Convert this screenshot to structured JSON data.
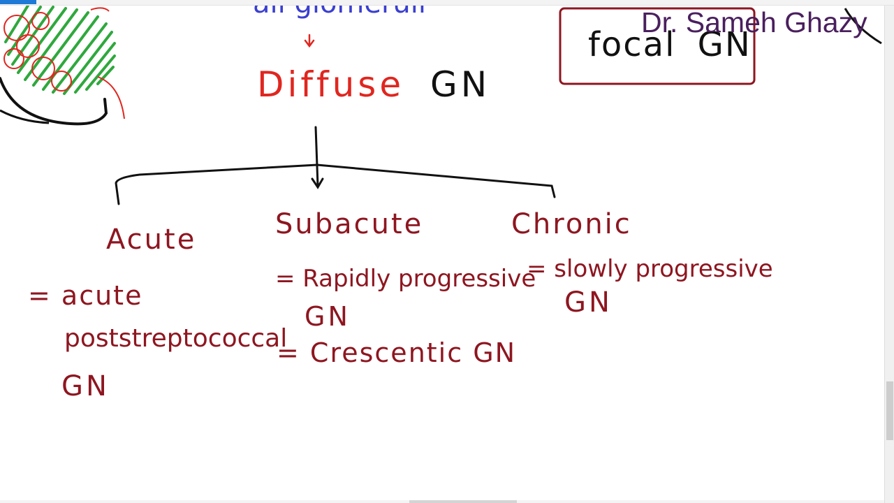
{
  "watermark": "Dr. Sameh Ghazy",
  "diagram": {
    "top_partial": "all glomeruli",
    "root": {
      "word1": "Diffuse",
      "word2": "GN"
    },
    "focal": {
      "word1": "focal",
      "word2": "GN"
    },
    "branches": [
      {
        "title": "Acute",
        "lines": [
          "= acute",
          "poststreptococcal",
          "GN"
        ]
      },
      {
        "title": "Subacute",
        "lines": [
          "= Rapidly progressive",
          "GN",
          "= Crescentic GN"
        ]
      },
      {
        "title": "Chronic",
        "lines": [
          "= slowly progressive",
          "GN"
        ]
      }
    ]
  },
  "colors": {
    "red_ink": "#e0261f",
    "maroon_ink": "#8e1620",
    "blue_ink": "#3a3fd0",
    "green_ink": "#2fa83d",
    "black_ink": "#111111",
    "watermark": "#4a1f5e",
    "accent": "#1e7ad6"
  }
}
